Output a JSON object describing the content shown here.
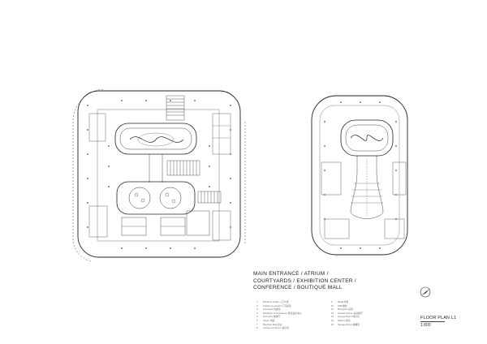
{
  "sheet": {
    "title_lines": [
      "MAIN ENTRANCE / ATRIUM /",
      "COURTYARDS / EXHIBITION CENTER /",
      "CONFERENCE / BOUTIQUE MALL"
    ],
    "legend_left": [
      {
        "num": "1",
        "text": "Entrance Lobby  入口大堂"
      },
      {
        "num": "2",
        "text": "Sunken Courtyard  下沉庭院"
      },
      {
        "num": "3",
        "text": "Courtyard  内庭院"
      },
      {
        "num": "4",
        "text": "Exhibition & Conference  展览会议中心"
      },
      {
        "num": "5",
        "text": "Lift Lobby  电梯厅"
      },
      {
        "num": "6",
        "text": "Atrium  中庭"
      },
      {
        "num": "7",
        "text": "Boutique Mall  商业"
      },
      {
        "num": "8",
        "text": "Conference Room  会议室"
      }
    ],
    "legend_right": [
      {
        "num": "9",
        "text": "Retail  零售"
      },
      {
        "num": "10",
        "text": "F&B  餐饮"
      },
      {
        "num": "11",
        "text": "Reception  接待"
      },
      {
        "num": "12",
        "text": "Function Room  多功能厅"
      },
      {
        "num": "13",
        "text": "Lounge Room  休息室"
      },
      {
        "num": "14",
        "text": "Kitchen  厨房"
      },
      {
        "num": "15",
        "text": "Storage Room  储藏室"
      }
    ],
    "plan_title": "FLOOR PLAN L1",
    "scale": "1:800",
    "north_icon": "north-arrow-icon"
  }
}
